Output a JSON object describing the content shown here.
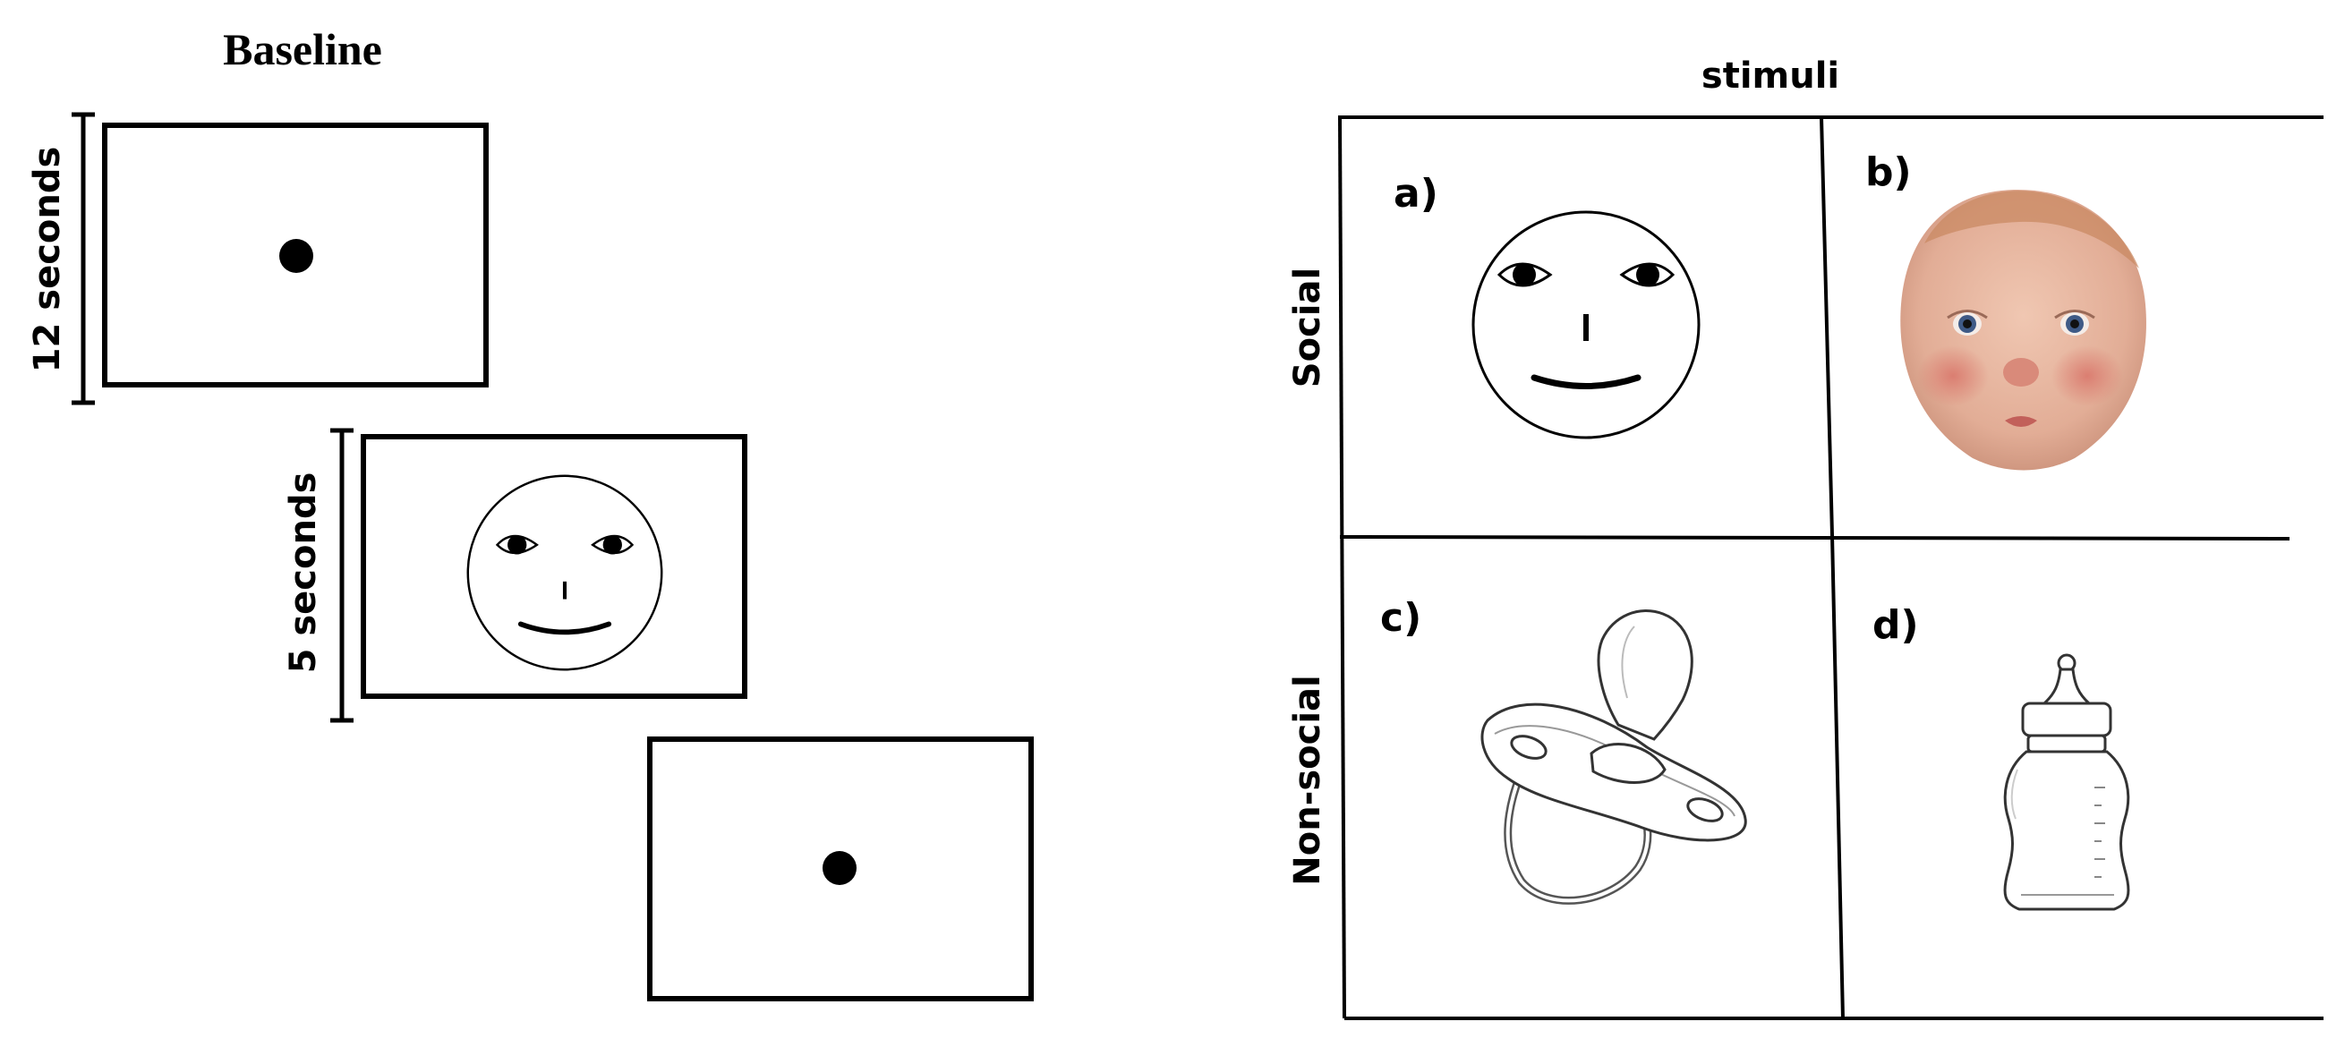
{
  "baseline": {
    "title": "Baseline",
    "duration_first": "12 seconds",
    "duration_second": "5 seconds"
  },
  "stimuli": {
    "title": "stimuli",
    "row_labels": {
      "social": "Social",
      "non_social": "Non-social"
    },
    "panels": {
      "a": {
        "letter": "a)",
        "icon": "schematic-face-icon"
      },
      "b": {
        "letter": "b)",
        "icon": "baby-face-photo"
      },
      "c": {
        "letter": "c)",
        "icon": "pacifier-icon"
      },
      "d": {
        "letter": "d)",
        "icon": "baby-bottle-icon"
      }
    }
  },
  "colors": {
    "ink": "#000000",
    "background": "#ffffff",
    "skin": "#e8b9a0",
    "cheek": "#d9756a",
    "hair": "#c98a63",
    "eye": "#3f5a86"
  }
}
